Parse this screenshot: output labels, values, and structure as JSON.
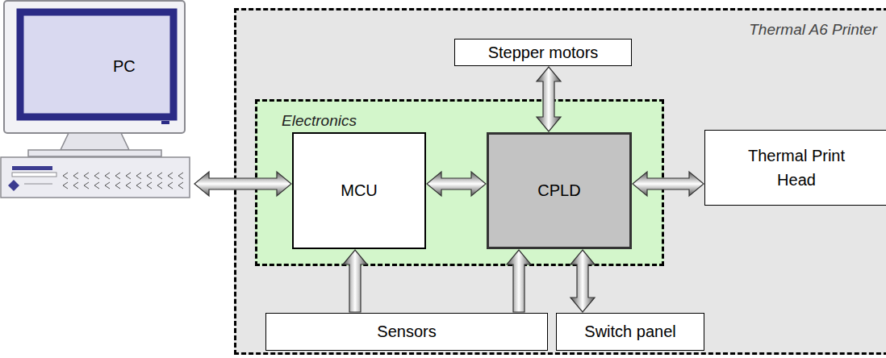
{
  "diagram": {
    "nodes": [
      {
        "text": [
          "PC"
        ]
      },
      {
        "text": [
          "Thermal A6 Printer"
        ]
      },
      {
        "text": [
          "Stepper motors"
        ],
        "in": 1
      },
      {
        "text": [
          "Electronics"
        ],
        "in": 1
      },
      {
        "text": [
          "MCU"
        ],
        "in": 3
      },
      {
        "text": [
          "CPLD"
        ],
        "in": 3
      },
      {
        "text": [
          "Thermal Print Head"
        ],
        "in": 1
      },
      {
        "text": [
          "Sensors"
        ],
        "in": 1
      },
      {
        "text": [
          "Switch panel"
        ],
        "in": 1
      }
    ],
    "edges": [
      {
        "from": 0,
        "to": 4,
        "arrow": "both"
      },
      {
        "from": 4,
        "to": 5,
        "arrow": "both"
      },
      {
        "from": 5,
        "to": 2,
        "arrow": "both"
      },
      {
        "from": 5,
        "to": 6,
        "arrow": "both"
      },
      {
        "from": 7,
        "to": 4,
        "arrow": "to"
      },
      {
        "from": 7,
        "to": 5,
        "arrow": "to"
      },
      {
        "from": 5,
        "to": 8,
        "arrow": "both"
      }
    ]
  }
}
